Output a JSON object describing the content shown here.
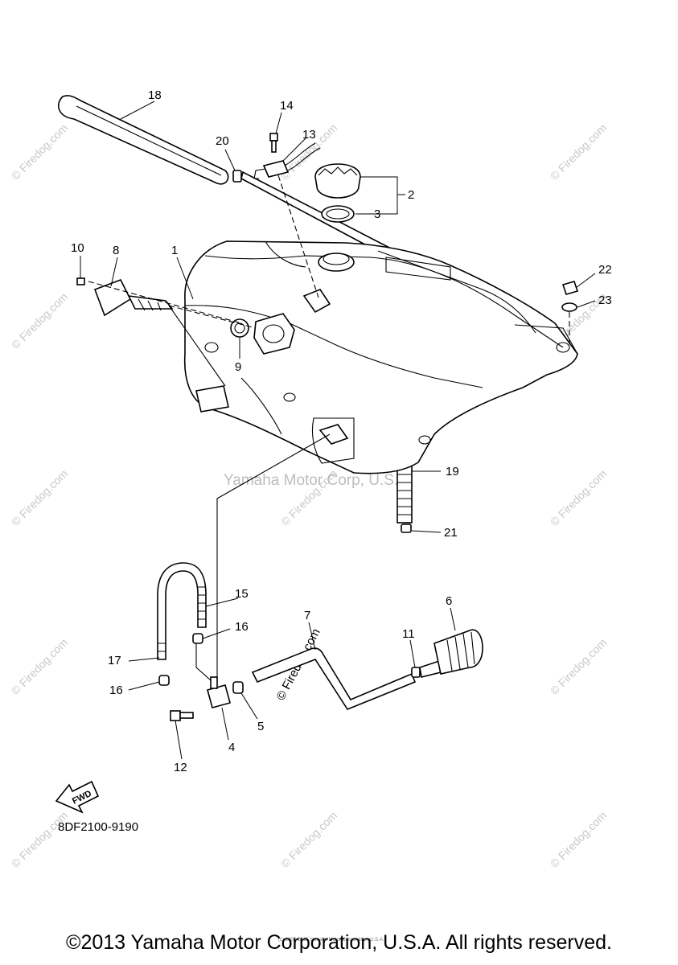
{
  "callouts": [
    "1",
    "2",
    "3",
    "4",
    "5",
    "6",
    "7",
    "8",
    "9",
    "10",
    "11",
    "12",
    "13",
    "14",
    "15",
    "16",
    "16",
    "17",
    "18",
    "19",
    "20",
    "21",
    "22",
    "23"
  ],
  "center_watermark": "Yamaha Motor Corp, U.S.A.",
  "side_watermark": "© Firedog.com",
  "diagram_code": "8DF2100-9190",
  "fwd_label": "FWD",
  "tiny_credit": "(c) 2005-2015 Yamaha Motor Corporation, U.S.A.",
  "footer": "©2013 Yamaha Motor Corporation, U.S.A. All rights reserved."
}
